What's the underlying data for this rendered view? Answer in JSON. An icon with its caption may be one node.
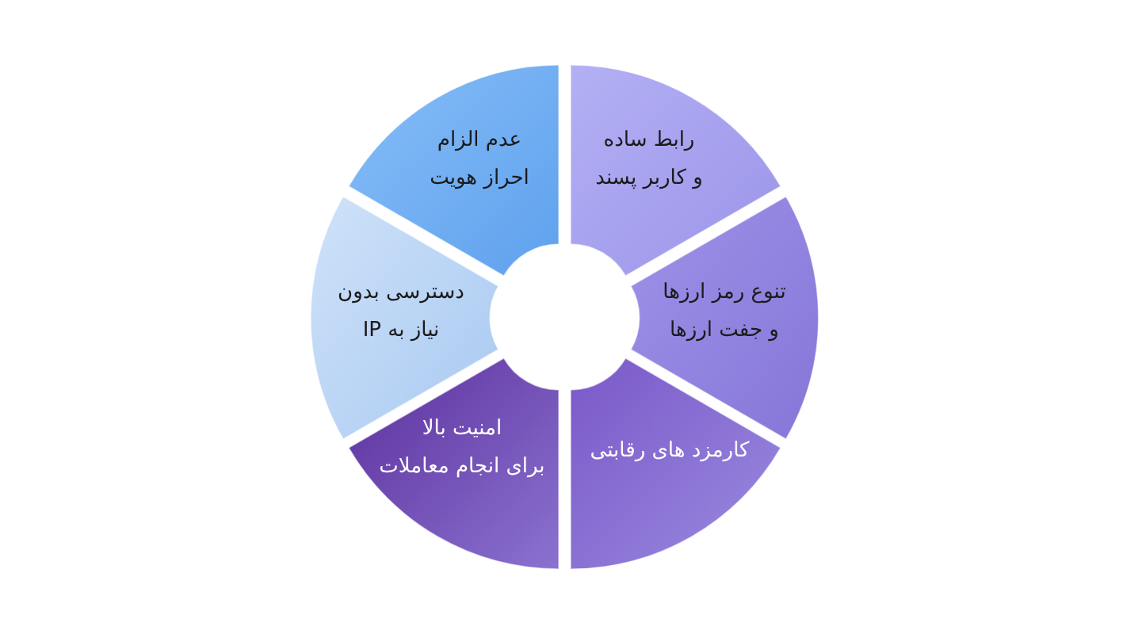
{
  "diagram": {
    "nodes": [
      {
        "text": [
          "رابط ساده و کاربر پسند"
        ]
      },
      {
        "text": [
          "تنوع رمز ارزها و جفت ارزها"
        ]
      },
      {
        "text": [
          "کارمزد های رقابتی"
        ]
      },
      {
        "text": [
          "امنیت بالا برای انجام معاملات"
        ]
      },
      {
        "text": [
          "دسترسی بدون نیاز به IP"
        ]
      },
      {
        "text": [
          "عدم الزام احراز هویت"
        ]
      }
    ]
  }
}
